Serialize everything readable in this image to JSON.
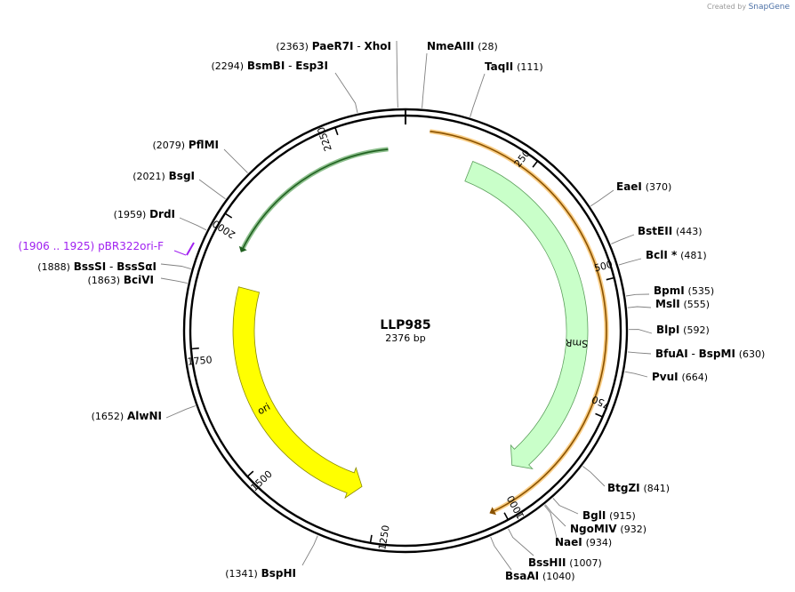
{
  "credit": {
    "prefix": "Created by",
    "brand": "SnapGene"
  },
  "plasmid": {
    "name": "LLP985",
    "length_label": "2376 bp",
    "length": 2376
  },
  "ticks": [
    "250",
    "500",
    "750",
    "1000",
    "1250",
    "1500",
    "1750",
    "2000",
    "2250"
  ],
  "features": [
    {
      "id": "smr",
      "label": "SmR",
      "start": 143,
      "end": 935,
      "direction": "forward",
      "color": "#c9ffc9"
    },
    {
      "id": "ori",
      "label": "ori",
      "start": 1291,
      "end": 1879,
      "direction": "reverse",
      "color": "#ffff00"
    },
    {
      "id": "orange-arc",
      "start": 46,
      "end": 1025,
      "direction": "forward",
      "color": "#f5a623"
    },
    {
      "id": "green-arc",
      "start": 1950,
      "end": 2340,
      "direction": "reverse",
      "color": "#2e8b2e"
    }
  ],
  "primer": {
    "name": "pBR322ori-F",
    "range": "(1906 .. 1925)",
    "position": 1915
  },
  "sites": [
    {
      "id": "paer7i-xhoi",
      "pos": 2363,
      "position": "(2363)",
      "name": "PaeR7I",
      "name2": "XhoI"
    },
    {
      "id": "nmeaiii",
      "pos": 28,
      "position": "(28)",
      "name": "NmeAIII"
    },
    {
      "id": "taqii",
      "pos": 111,
      "position": "(111)",
      "name": "TaqII"
    },
    {
      "id": "bsmbi-esp3i",
      "pos": 2294,
      "position": "(2294)",
      "name": "BsmBI",
      "name2": "Esp3I"
    },
    {
      "id": "pflmi",
      "pos": 2079,
      "position": "(2079)",
      "name": "PflMI"
    },
    {
      "id": "bsgi",
      "pos": 2021,
      "position": "(2021)",
      "name": "BsgI"
    },
    {
      "id": "drdi",
      "pos": 1959,
      "position": "(1959)",
      "name": "DrdI"
    },
    {
      "id": "bsssi-bsssai",
      "pos": 1888,
      "position": "(1888)",
      "name": "BssSI",
      "name2": "BssSαI"
    },
    {
      "id": "bcivi",
      "pos": 1863,
      "position": "(1863)",
      "name": "BciVI"
    },
    {
      "id": "alwni",
      "pos": 1652,
      "position": "(1652)",
      "name": "AlwNI"
    },
    {
      "id": "bsphi",
      "pos": 1341,
      "position": "(1341)",
      "name": "BspHI"
    },
    {
      "id": "eaei",
      "pos": 370,
      "position": "(370)",
      "name": "EaeI"
    },
    {
      "id": "bsteii",
      "pos": 443,
      "position": "(443)",
      "name": "BstEII"
    },
    {
      "id": "bcli",
      "pos": 481,
      "position": "(481)",
      "name": "BclI *"
    },
    {
      "id": "bpmi",
      "pos": 535,
      "position": "(535)",
      "name": "BpmI"
    },
    {
      "id": "msli",
      "pos": 555,
      "position": "(555)",
      "name": "MslI"
    },
    {
      "id": "blpi",
      "pos": 592,
      "position": "(592)",
      "name": "BlpI"
    },
    {
      "id": "bfuai-bspmi",
      "pos": 630,
      "position": "(630)",
      "name": "BfuAI",
      "name2": "BspMI"
    },
    {
      "id": "pvui",
      "pos": 664,
      "position": "(664)",
      "name": "PvuI"
    },
    {
      "id": "btgzi",
      "pos": 841,
      "position": "(841)",
      "name": "BtgZI"
    },
    {
      "id": "bgli",
      "pos": 915,
      "position": "(915)",
      "name": "BglI"
    },
    {
      "id": "ngomiv",
      "pos": 932,
      "position": "(932)",
      "name": "NgoMIV"
    },
    {
      "id": "naei",
      "pos": 934,
      "position": "(934)",
      "name": "NaeI"
    },
    {
      "id": "bsshii",
      "pos": 1007,
      "position": "(1007)",
      "name": "BssHII"
    },
    {
      "id": "bsaai",
      "pos": 1040,
      "position": "(1040)",
      "name": "BsaAI"
    }
  ]
}
